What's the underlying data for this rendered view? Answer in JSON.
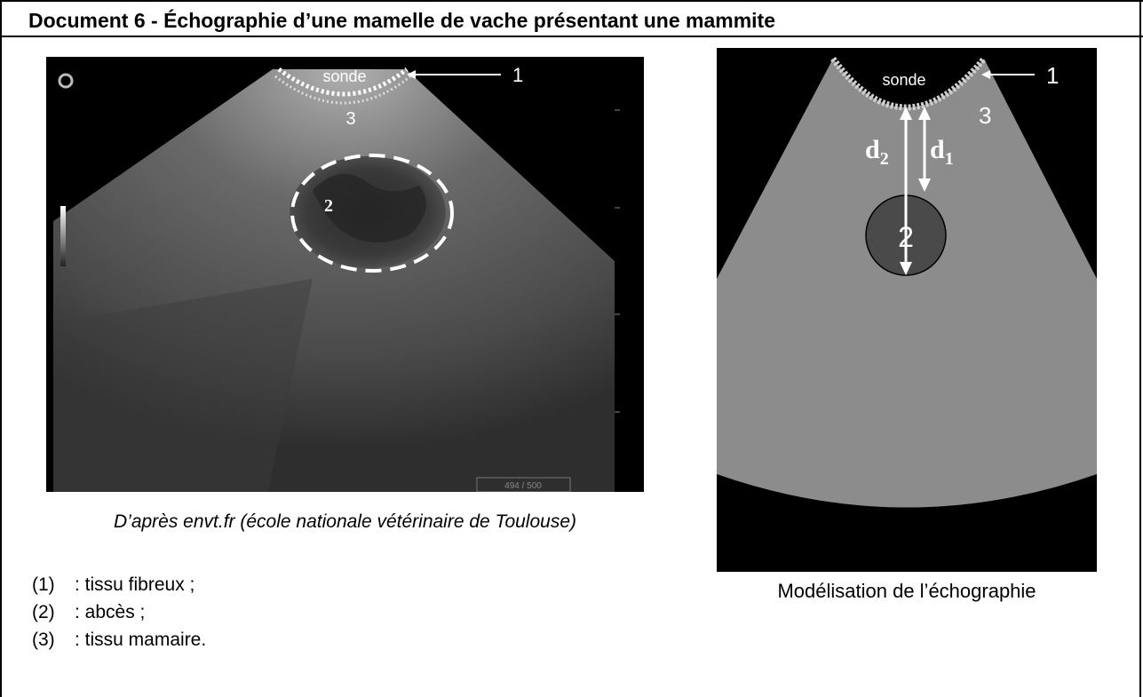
{
  "document": {
    "title": "Document 6 - Échographie d’une mamelle de vache présentant une mammite"
  },
  "ultrasound_photo": {
    "labels": {
      "probe": "sonde",
      "fibrous_tissue_marker": "1",
      "abscess_marker": "2",
      "mammary_tissue_marker": "3",
      "frame_counter": "494 / 500"
    },
    "caption": "D’après envt.fr (école nationale vétérinaire de Toulouse)"
  },
  "legend": {
    "items": [
      {
        "num": "(1)",
        "text": ": tissu fibreux ;"
      },
      {
        "num": "(2)",
        "text": ": abcès ;"
      },
      {
        "num": "(3)",
        "text": ": tissu mamaire."
      }
    ]
  },
  "model": {
    "labels": {
      "probe": "sonde",
      "marker_1": "1",
      "marker_2": "2",
      "marker_3": "3",
      "distance_2_base": "d",
      "distance_2_sub": "2",
      "distance_1_base": "d",
      "distance_1_sub": "1"
    },
    "caption": "Modélisation de l’échographie",
    "colors": {
      "background": "#000000",
      "tissue": "#8c8c8c",
      "abscess": "#4a4a4a",
      "arrows": "#ffffff"
    }
  }
}
